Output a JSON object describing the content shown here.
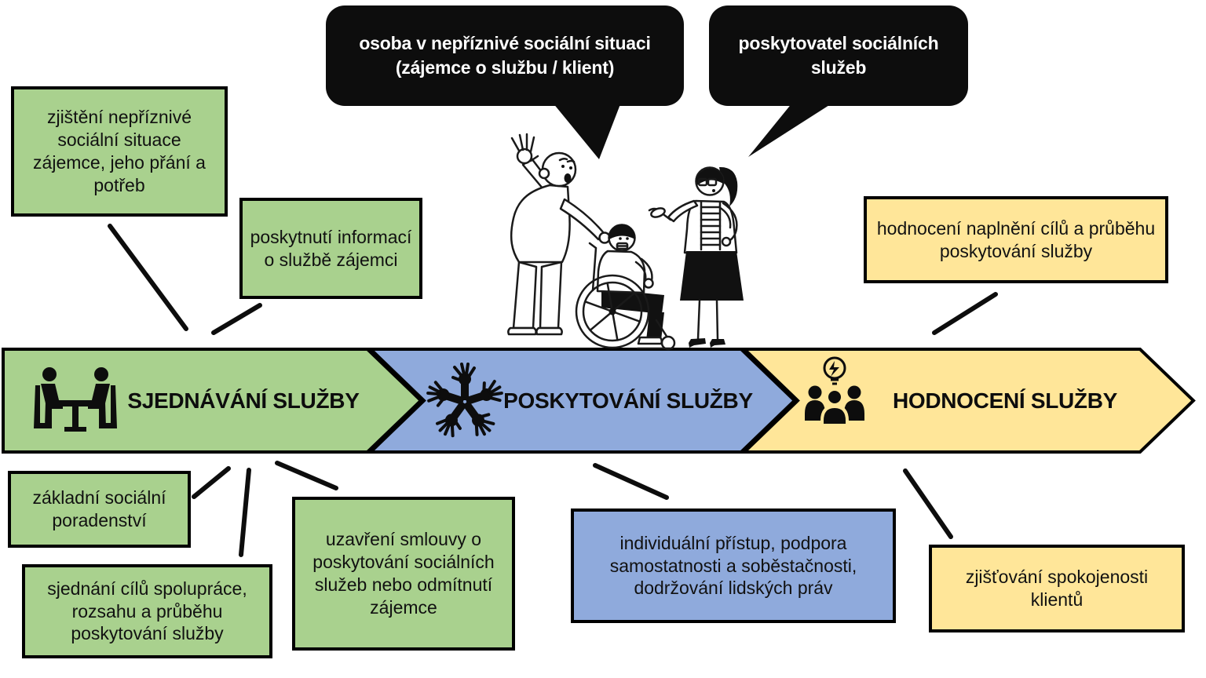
{
  "figure": {
    "bubbles": [
      {
        "id": "client",
        "text": "osoba v nepříznivé sociální situaci (zájemce o službu / klient)"
      },
      {
        "id": "provider",
        "text": "poskytovatel sociálních služeb"
      }
    ],
    "stages": [
      {
        "label": "SJEDNÁVÁNÍ SLUŽBY",
        "color": "#A9D18E",
        "icon": "meeting-icon"
      },
      {
        "label": "POSKYTOVÁNÍ SLUŽBY",
        "color": "#8FAADC",
        "icon": "hands-circle-icon"
      },
      {
        "label": "HODNOCENÍ SLUŽBY",
        "color": "#FFE699",
        "icon": "team-idea-icon"
      }
    ],
    "notes": [
      {
        "stage": "sjednavani",
        "color": "#A9D18E",
        "text": "zjištění nepříznivé sociální situace zájemce, jeho přání a potřeb"
      },
      {
        "stage": "sjednavani",
        "color": "#A9D18E",
        "text": "poskytnutí informací o službě zájemci"
      },
      {
        "stage": "sjednavani",
        "color": "#A9D18E",
        "text": "základní sociální poradenství"
      },
      {
        "stage": "sjednavani",
        "color": "#A9D18E",
        "text": "sjednání cílů spolupráce, rozsahu a průběhu poskytování služby"
      },
      {
        "stage": "sjednavani",
        "color": "#A9D18E",
        "text": "uzavření smlouvy o poskytování sociálních služeb nebo odmítnutí zájemce"
      },
      {
        "stage": "poskytovani",
        "color": "#8FAADC",
        "text": "individuální přístup, podpora samostatnosti a soběstačnosti, dodržování lidských práv"
      },
      {
        "stage": "hodnoceni",
        "color": "#FFE699",
        "text": "hodnocení naplnění cílů a průběhu poskytování služby"
      },
      {
        "stage": "hodnoceni",
        "color": "#FFE699",
        "text": "zjišťování spokojenosti klientů"
      }
    ],
    "colors": {
      "stage_green": "#A9D18E",
      "stage_blue": "#8FAADC",
      "stage_yellow": "#FFE699",
      "bubble_black": "#0d0d0d"
    }
  }
}
